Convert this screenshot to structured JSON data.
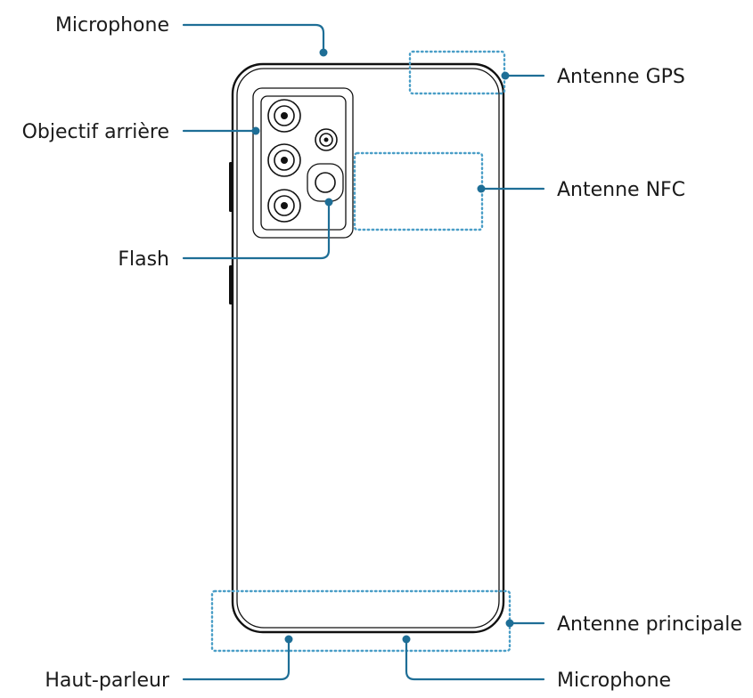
{
  "labels": {
    "microphone_top": "Microphone",
    "rear_camera": "Objectif arrière",
    "flash": "Flash",
    "gps_antenna": "Antenne GPS",
    "nfc_antenna": "Antenne NFC",
    "main_antenna": "Antenne principale",
    "speaker": "Haut-parleur",
    "microphone_bottom": "Microphone"
  },
  "colors": {
    "leader": "#1e6e96",
    "zone": "#4a9ec7",
    "outline": "#111111"
  }
}
